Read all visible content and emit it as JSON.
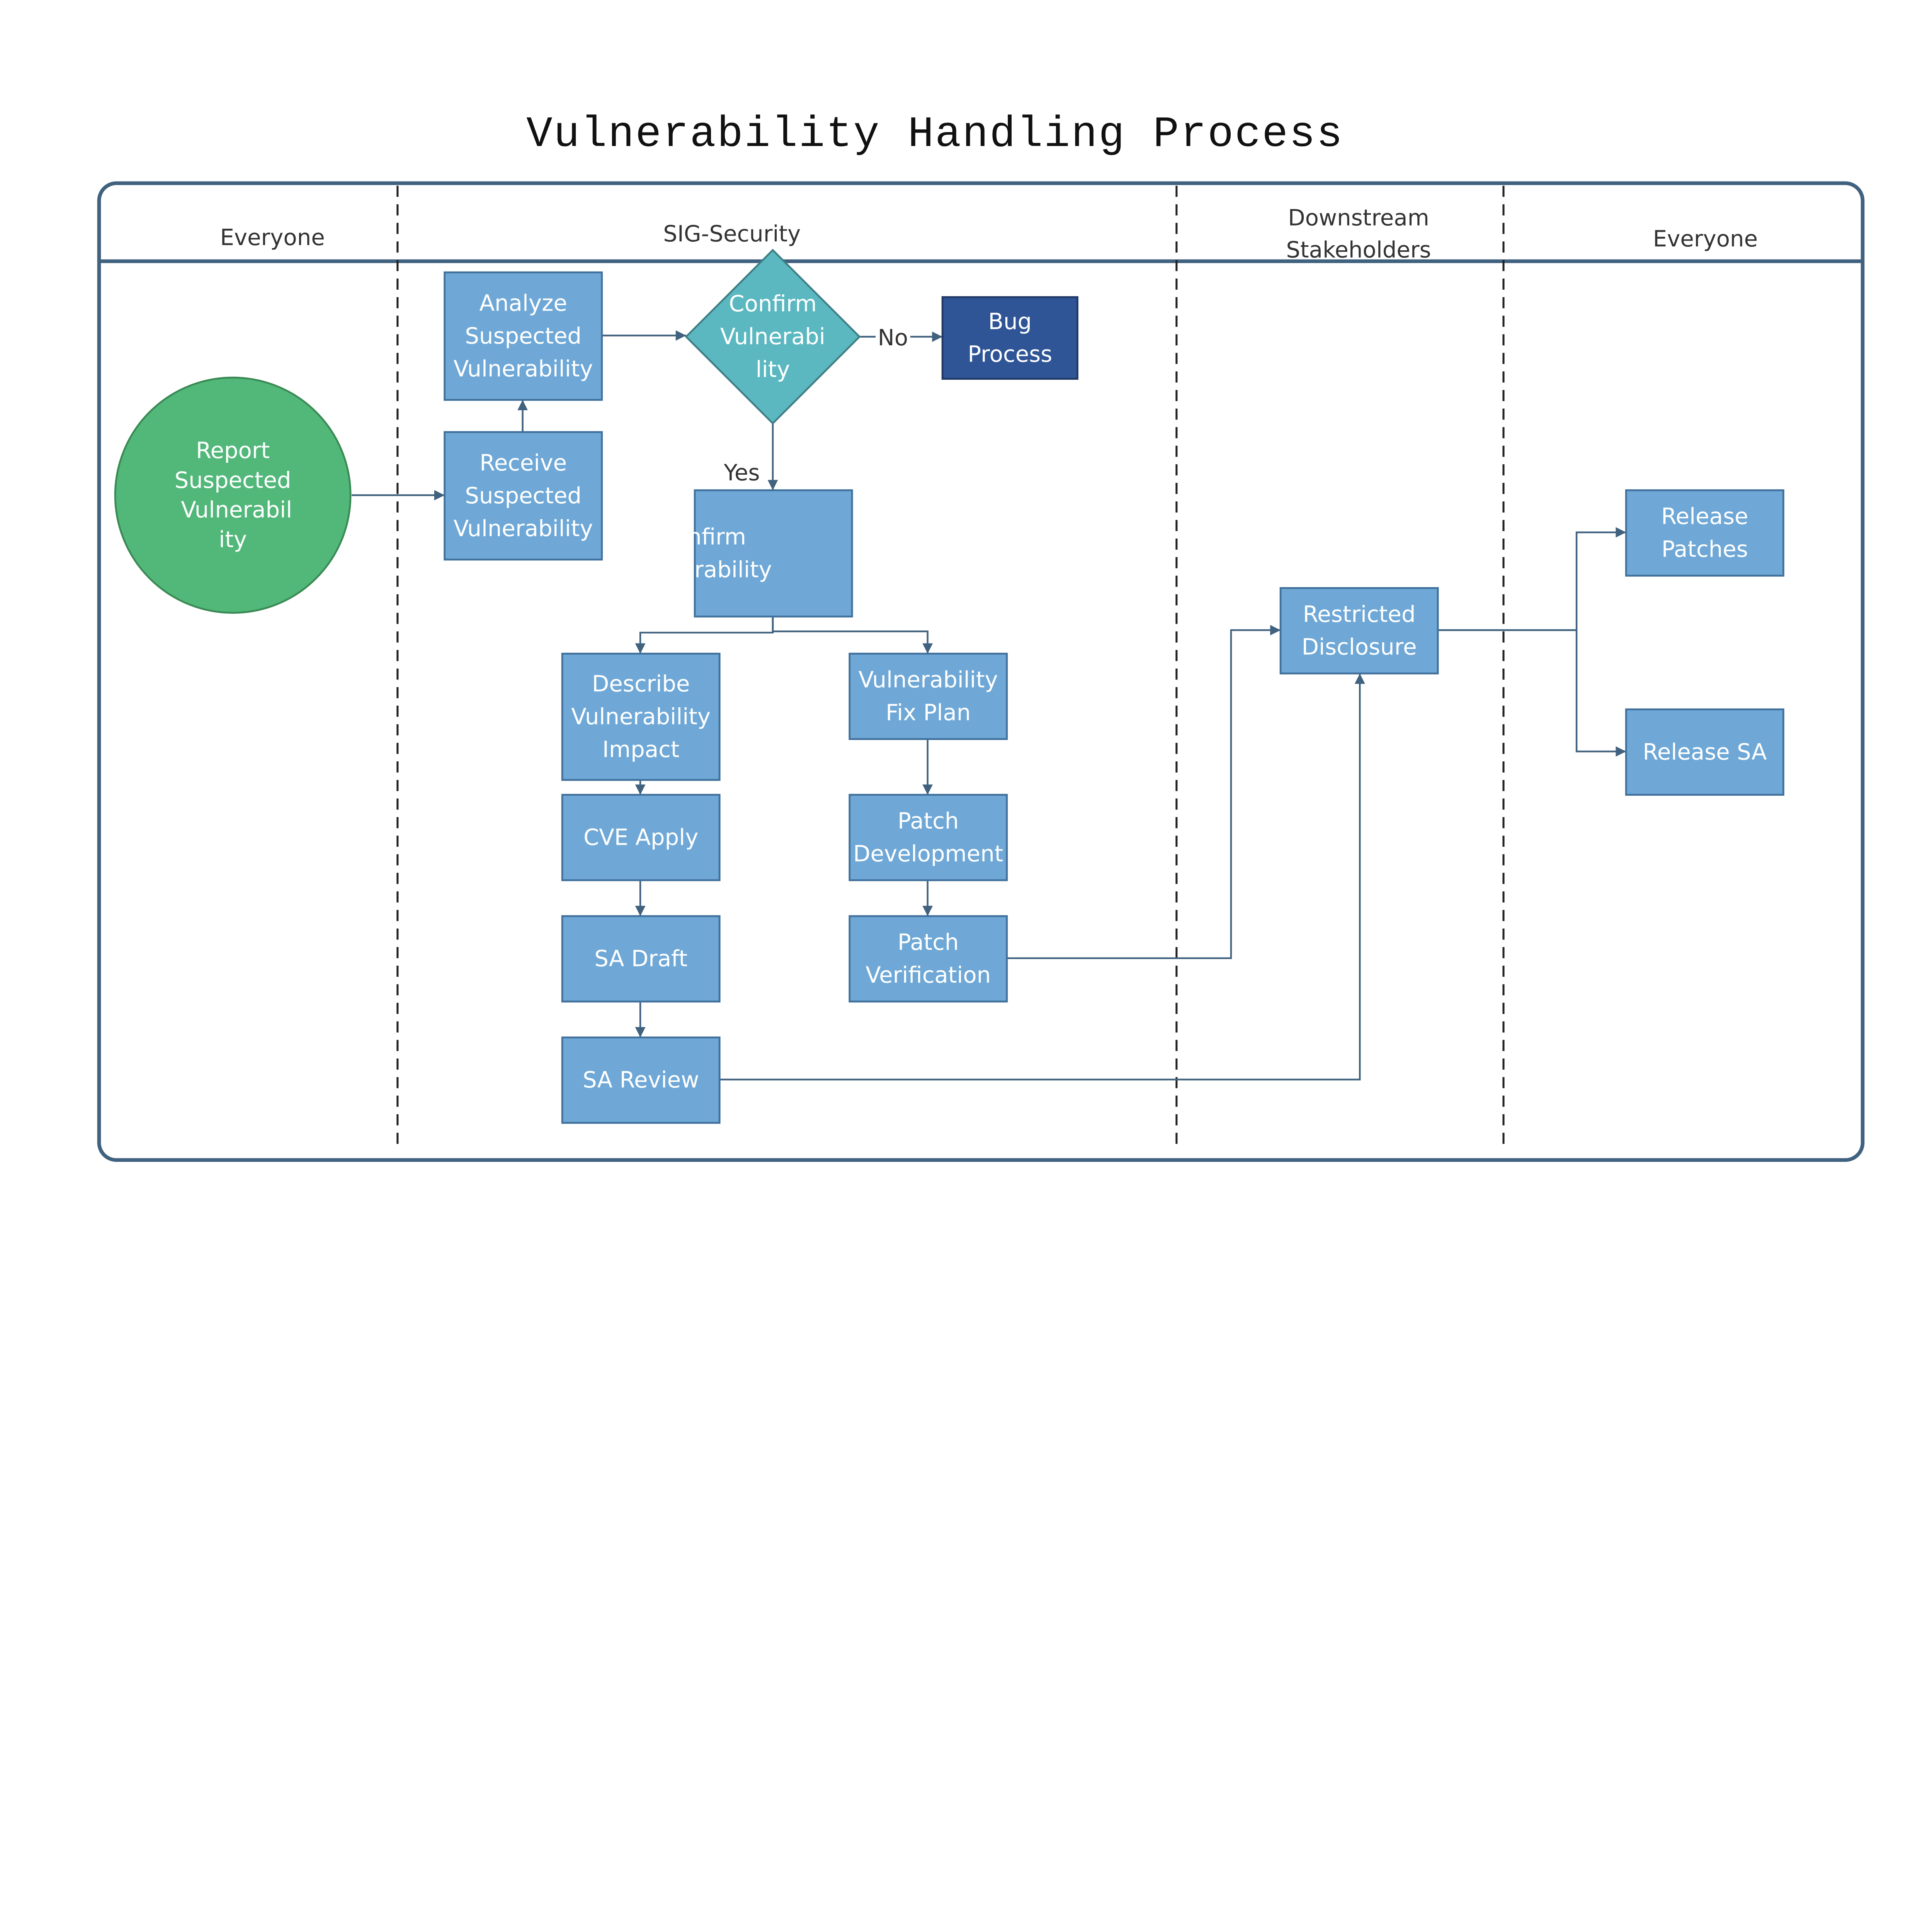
{
  "title": "Vulnerability Handling Process",
  "lanes": [
    {
      "label_lines": [
        "Everyone"
      ]
    },
    {
      "label_lines": [
        "SIG-Security"
      ]
    },
    {
      "label_lines": [
        "Downstream",
        "Stakeholders"
      ]
    },
    {
      "label_lines": [
        "Everyone"
      ]
    }
  ],
  "nodes": {
    "report": {
      "lines": [
        "Report",
        "Suspected",
        "Vulnerabil",
        "ity"
      ],
      "shape": "circle",
      "fill": "#52b87a"
    },
    "receive": {
      "lines": [
        "Receive",
        "Suspected",
        "Vulnerability"
      ],
      "shape": "rect",
      "fill": "#6fa8d6"
    },
    "analyze": {
      "lines": [
        "Analyze",
        "Suspected",
        "Vulnerability"
      ],
      "shape": "rect",
      "fill": "#6fa8d6"
    },
    "decision": {
      "lines": [
        "Confirm",
        "Vulnerabi",
        "lity"
      ],
      "shape": "diamond",
      "fill": "#5bb8c0"
    },
    "bug": {
      "lines": [
        "Bug",
        "Process"
      ],
      "shape": "rect",
      "fill": "#2f5597"
    },
    "confirm": {
      "lines": [
        "Confirm",
        "Vulnerability"
      ],
      "shape": "rect",
      "fill": "#6fa8d6"
    },
    "describe": {
      "lines": [
        "Describe",
        "Vulnerability",
        "Impact"
      ],
      "shape": "rect",
      "fill": "#6fa8d6"
    },
    "fixplan": {
      "lines": [
        "Vulnerability",
        "Fix Plan"
      ],
      "shape": "rect",
      "fill": "#6fa8d6"
    },
    "cve": {
      "lines": [
        "CVE Apply"
      ],
      "shape": "rect",
      "fill": "#6fa8d6"
    },
    "patchdev": {
      "lines": [
        "Patch",
        "Development"
      ],
      "shape": "rect",
      "fill": "#6fa8d6"
    },
    "sadraft": {
      "lines": [
        "SA Draft"
      ],
      "shape": "rect",
      "fill": "#6fa8d6"
    },
    "patchver": {
      "lines": [
        "Patch",
        "Verification"
      ],
      "shape": "rect",
      "fill": "#6fa8d6"
    },
    "sareview": {
      "lines": [
        "SA Review"
      ],
      "shape": "rect",
      "fill": "#6fa8d6"
    },
    "restricted": {
      "lines": [
        "Restricted",
        "Disclosure"
      ],
      "shape": "rect",
      "fill": "#6fa8d6"
    },
    "relpatches": {
      "lines": [
        "Release",
        "Patches"
      ],
      "shape": "rect",
      "fill": "#6fa8d6"
    },
    "relsa": {
      "lines": [
        "Release SA"
      ],
      "shape": "rect",
      "fill": "#6fa8d6"
    }
  },
  "edges": [
    {
      "from": "report",
      "to": "receive"
    },
    {
      "from": "receive",
      "to": "analyze"
    },
    {
      "from": "analyze",
      "to": "decision"
    },
    {
      "from": "decision",
      "to": "bug",
      "label": "No"
    },
    {
      "from": "decision",
      "to": "confirm",
      "label": "Yes"
    },
    {
      "from": "confirm",
      "to": "describe"
    },
    {
      "from": "confirm",
      "to": "fixplan"
    },
    {
      "from": "fixplan",
      "to": "patchdev"
    },
    {
      "from": "patchdev",
      "to": "patchver"
    },
    {
      "from": "describe",
      "to": "cve"
    },
    {
      "from": "cve",
      "to": "sadraft"
    },
    {
      "from": "sadraft",
      "to": "sareview"
    },
    {
      "from": "patchver",
      "to": "restricted"
    },
    {
      "from": "sareview",
      "to": "restricted"
    },
    {
      "from": "restricted",
      "to": "relpatches"
    },
    {
      "from": "restricted",
      "to": "relsa"
    }
  ],
  "colors": {
    "frame": "#41627f",
    "box_stroke": "#41719c",
    "connector": "#41627f"
  }
}
